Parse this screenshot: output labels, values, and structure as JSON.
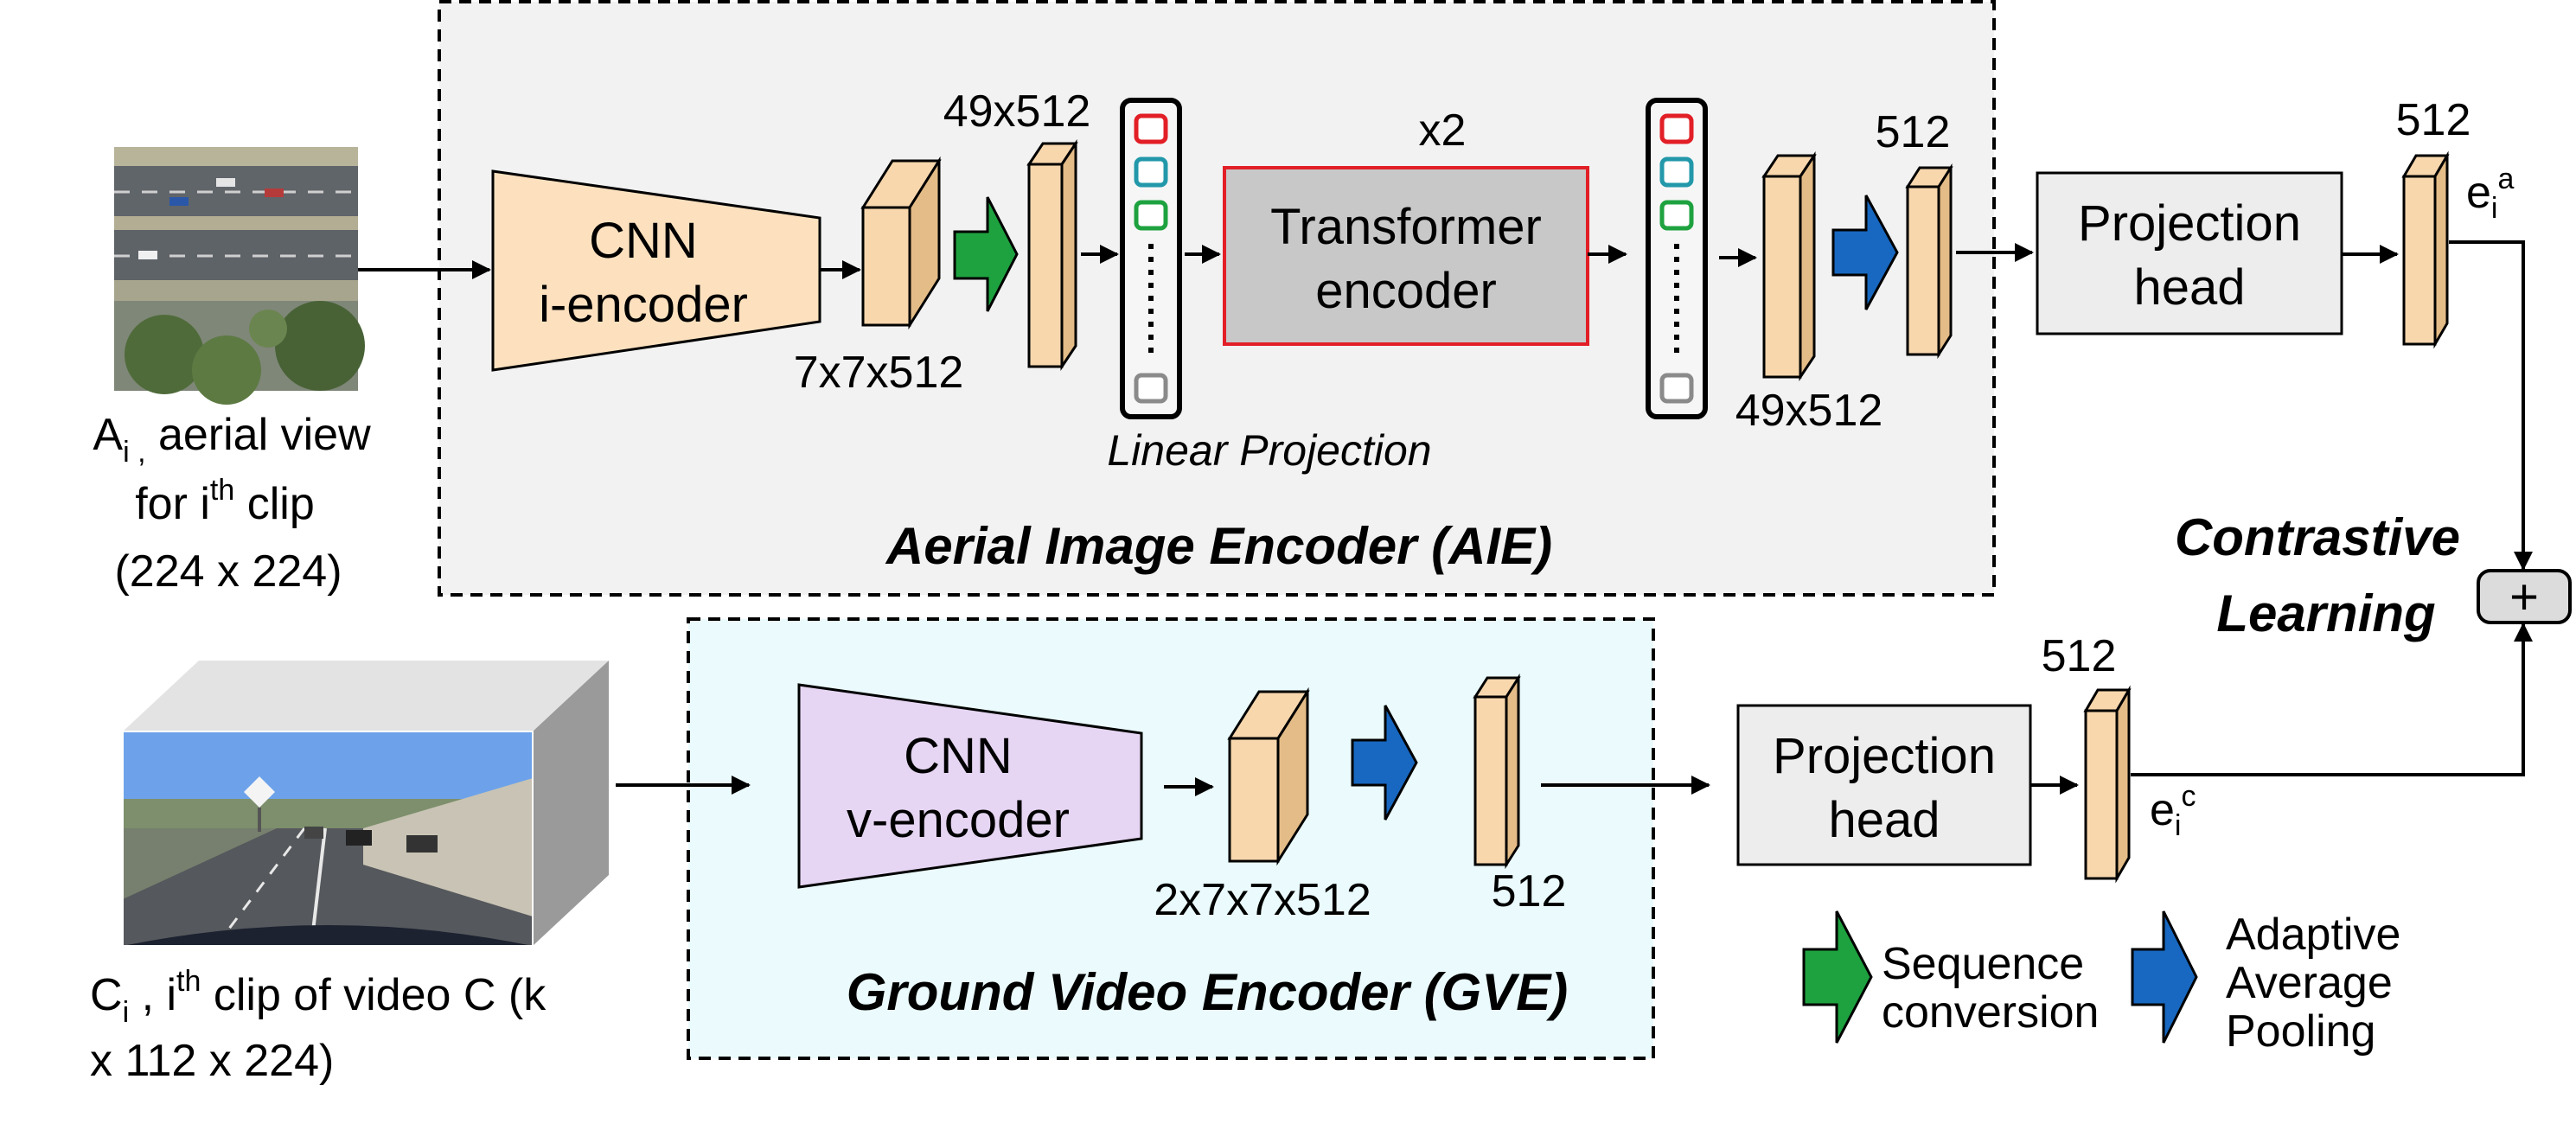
{
  "aie": {
    "title": "Aerial Image Encoder (AIE)",
    "cnn_line1": "CNN",
    "cnn_line2": "i-encoder",
    "dim_cnn_out": "7x7x512",
    "dim_seq": "49x512",
    "linear_projection": "Linear Projection",
    "repeat": "x2",
    "transformer_line1": "Transformer",
    "transformer_line2": "encoder",
    "dim_after_transformer": "49x512",
    "dim_pooled": "512"
  },
  "gve": {
    "title": "Ground Video Encoder (GVE)",
    "cnn_line1": "CNN",
    "cnn_line2": "v-encoder",
    "dim_cnn_out": "2x7x7x512",
    "dim_pooled": "512"
  },
  "aerial_input": {
    "line1_main": "A",
    "line1_sub": "i ,",
    "line1_rest": " aerial view",
    "line2_pre": "for  i",
    "line2_sup": "th",
    "line2_post": " clip",
    "line3": "(224 x 224)"
  },
  "video_input": {
    "line1_main": "C",
    "line1_sub": "i",
    "line1_mid": " , i",
    "line1_sup": "th",
    "line1_post": " clip of video C (k",
    "line2": "x 112 x 224)"
  },
  "projection_top": {
    "line1": "Projection",
    "line2": "head",
    "dim": "512",
    "emb_main": "e",
    "emb_sub": "i",
    "emb_sup": "a"
  },
  "projection_bottom": {
    "line1": "Projection",
    "line2": "head",
    "dim": "512",
    "emb_main": "e",
    "emb_sub": "i",
    "emb_sup": "c"
  },
  "contrastive": {
    "line1": "Contrastive",
    "line2": "Learning",
    "op": "+"
  },
  "legend": {
    "seq_line1": "Sequence",
    "seq_line2": "conversion",
    "pool_line1": "Adaptive",
    "pool_line2": "Average",
    "pool_line3": "Pooling"
  },
  "colors": {
    "cnn_i_fill": "#fde1bf",
    "cnn_v_fill": "#e6d6f3",
    "feature_front": "#f8d7ad",
    "feature_side": "#e4bc87",
    "aie_bg": "#f2f2f2",
    "gve_bg": "#ebfbfd",
    "transformer_fill": "#c8c8c8",
    "transformer_border": "#e21f26",
    "projection_fill": "#ededed",
    "seq_arrow": "#1ea23f",
    "pool_arrow": "#1868c1",
    "token_red": "#e21f26",
    "token_teal": "#2298aa",
    "token_green": "#1ea23f",
    "token_gray": "#8a8a8a"
  }
}
